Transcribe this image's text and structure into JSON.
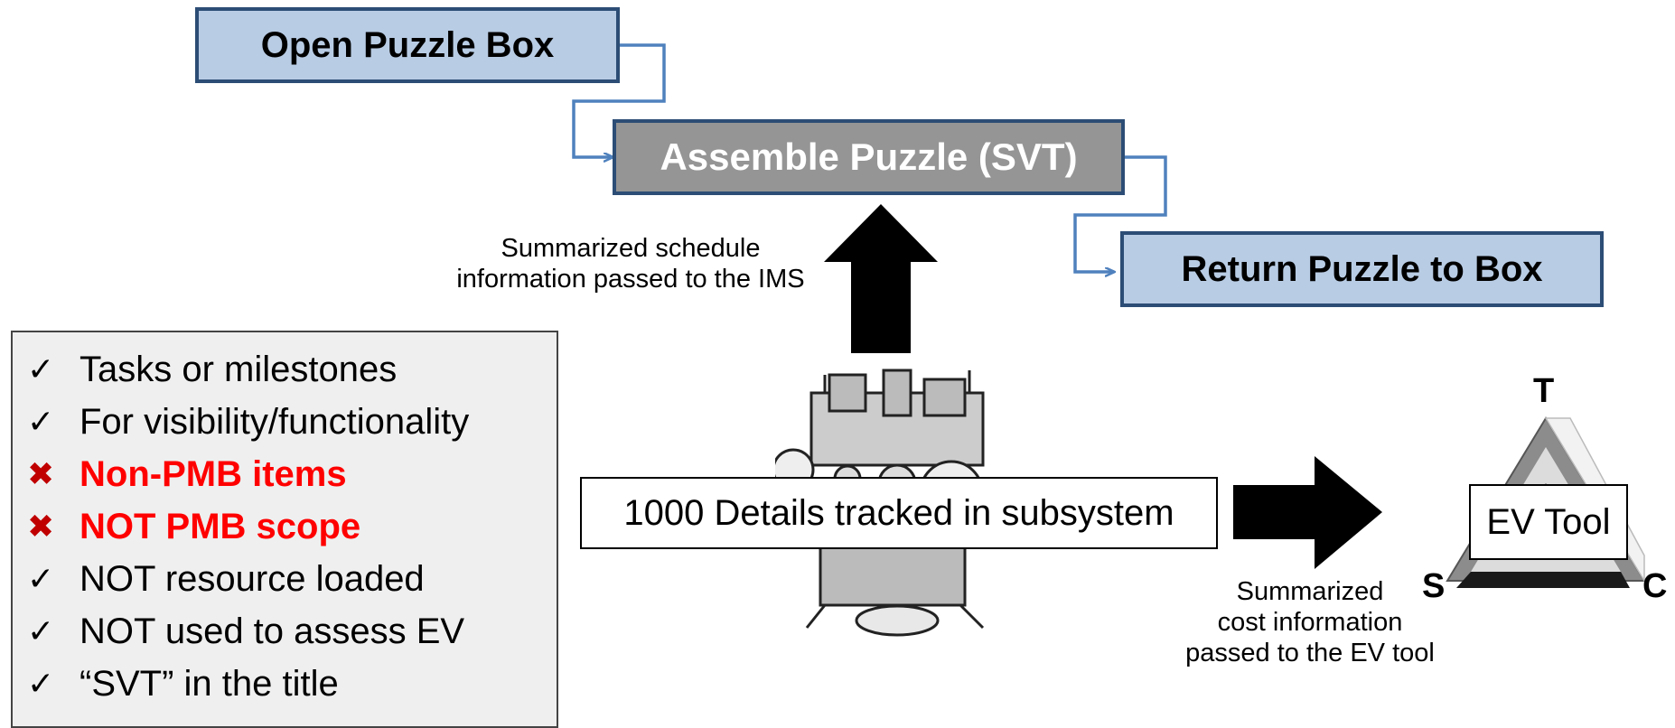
{
  "process_boxes": {
    "open": "Open Puzzle Box",
    "assemble": "Assemble Puzzle (SVT)",
    "return": "Return Puzzle to Box"
  },
  "arrow_labels": {
    "schedule": [
      "Summarized schedule",
      "information passed to the IMS"
    ],
    "cost": [
      "Summarized",
      "cost information",
      "passed to the EV tool"
    ]
  },
  "checklist": [
    {
      "mark": "✓",
      "text": "Tasks or milestones",
      "status": "ok"
    },
    {
      "mark": "✓",
      "text": "For visibility/functionality",
      "status": "ok"
    },
    {
      "mark": "✖",
      "text": "Non-PMB items",
      "status": "bad"
    },
    {
      "mark": "✖",
      "text": "NOT PMB scope",
      "status": "bad"
    },
    {
      "mark": "✓",
      "text": "NOT resource loaded",
      "status": "ok"
    },
    {
      "mark": "✓",
      "text": "NOT used to assess EV",
      "status": "ok"
    },
    {
      "mark": "✓",
      "text": "“SVT” in the title",
      "status": "ok"
    }
  ],
  "subsystem_box": "1000 Details tracked in subsystem",
  "ev_tool": {
    "label": "EV Tool",
    "vertices": {
      "top": "T",
      "left": "S",
      "right": "C"
    }
  },
  "colors": {
    "box_fill_blue": "#b8cce4",
    "box_fill_gray": "#959595",
    "box_border": "#2c4d75",
    "connector": "#4f81bd",
    "bad_text": "#ff0000",
    "bad_mark": "#c00000",
    "checklist_fill": "#efefef"
  },
  "icons": [
    "machine-illustration",
    "check-icon",
    "x-icon",
    "triangle-graphic"
  ]
}
